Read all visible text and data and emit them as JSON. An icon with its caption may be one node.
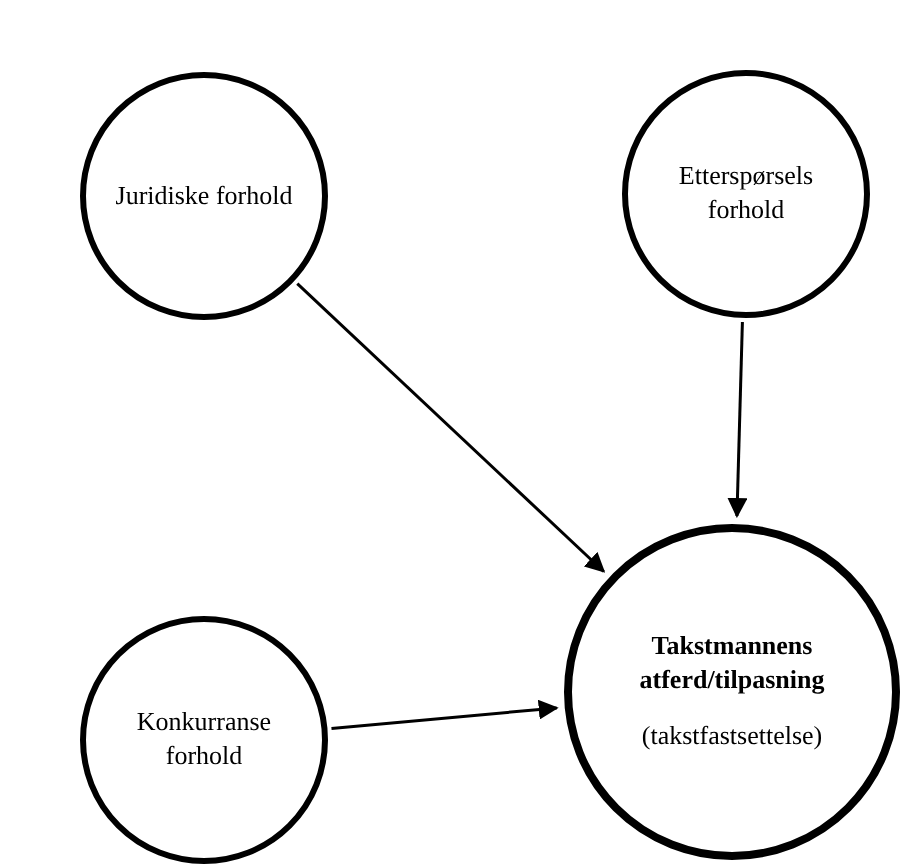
{
  "diagram": {
    "nodes": [
      {
        "text": [
          "Juridiske forhold"
        ]
      },
      {
        "text": [
          "Etterspørsels forhold"
        ]
      },
      {
        "text": [
          "Konkurranse forhold"
        ]
      },
      {
        "text": [
          "Takstmannens atferd/tilpasning",
          "(takstfastsettelse)"
        ]
      }
    ],
    "edges": [
      {
        "from": 0,
        "to": 3,
        "arrow": "to"
      },
      {
        "from": 1,
        "to": 3,
        "arrow": "to"
      },
      {
        "from": 2,
        "to": 3,
        "arrow": "to"
      }
    ]
  }
}
